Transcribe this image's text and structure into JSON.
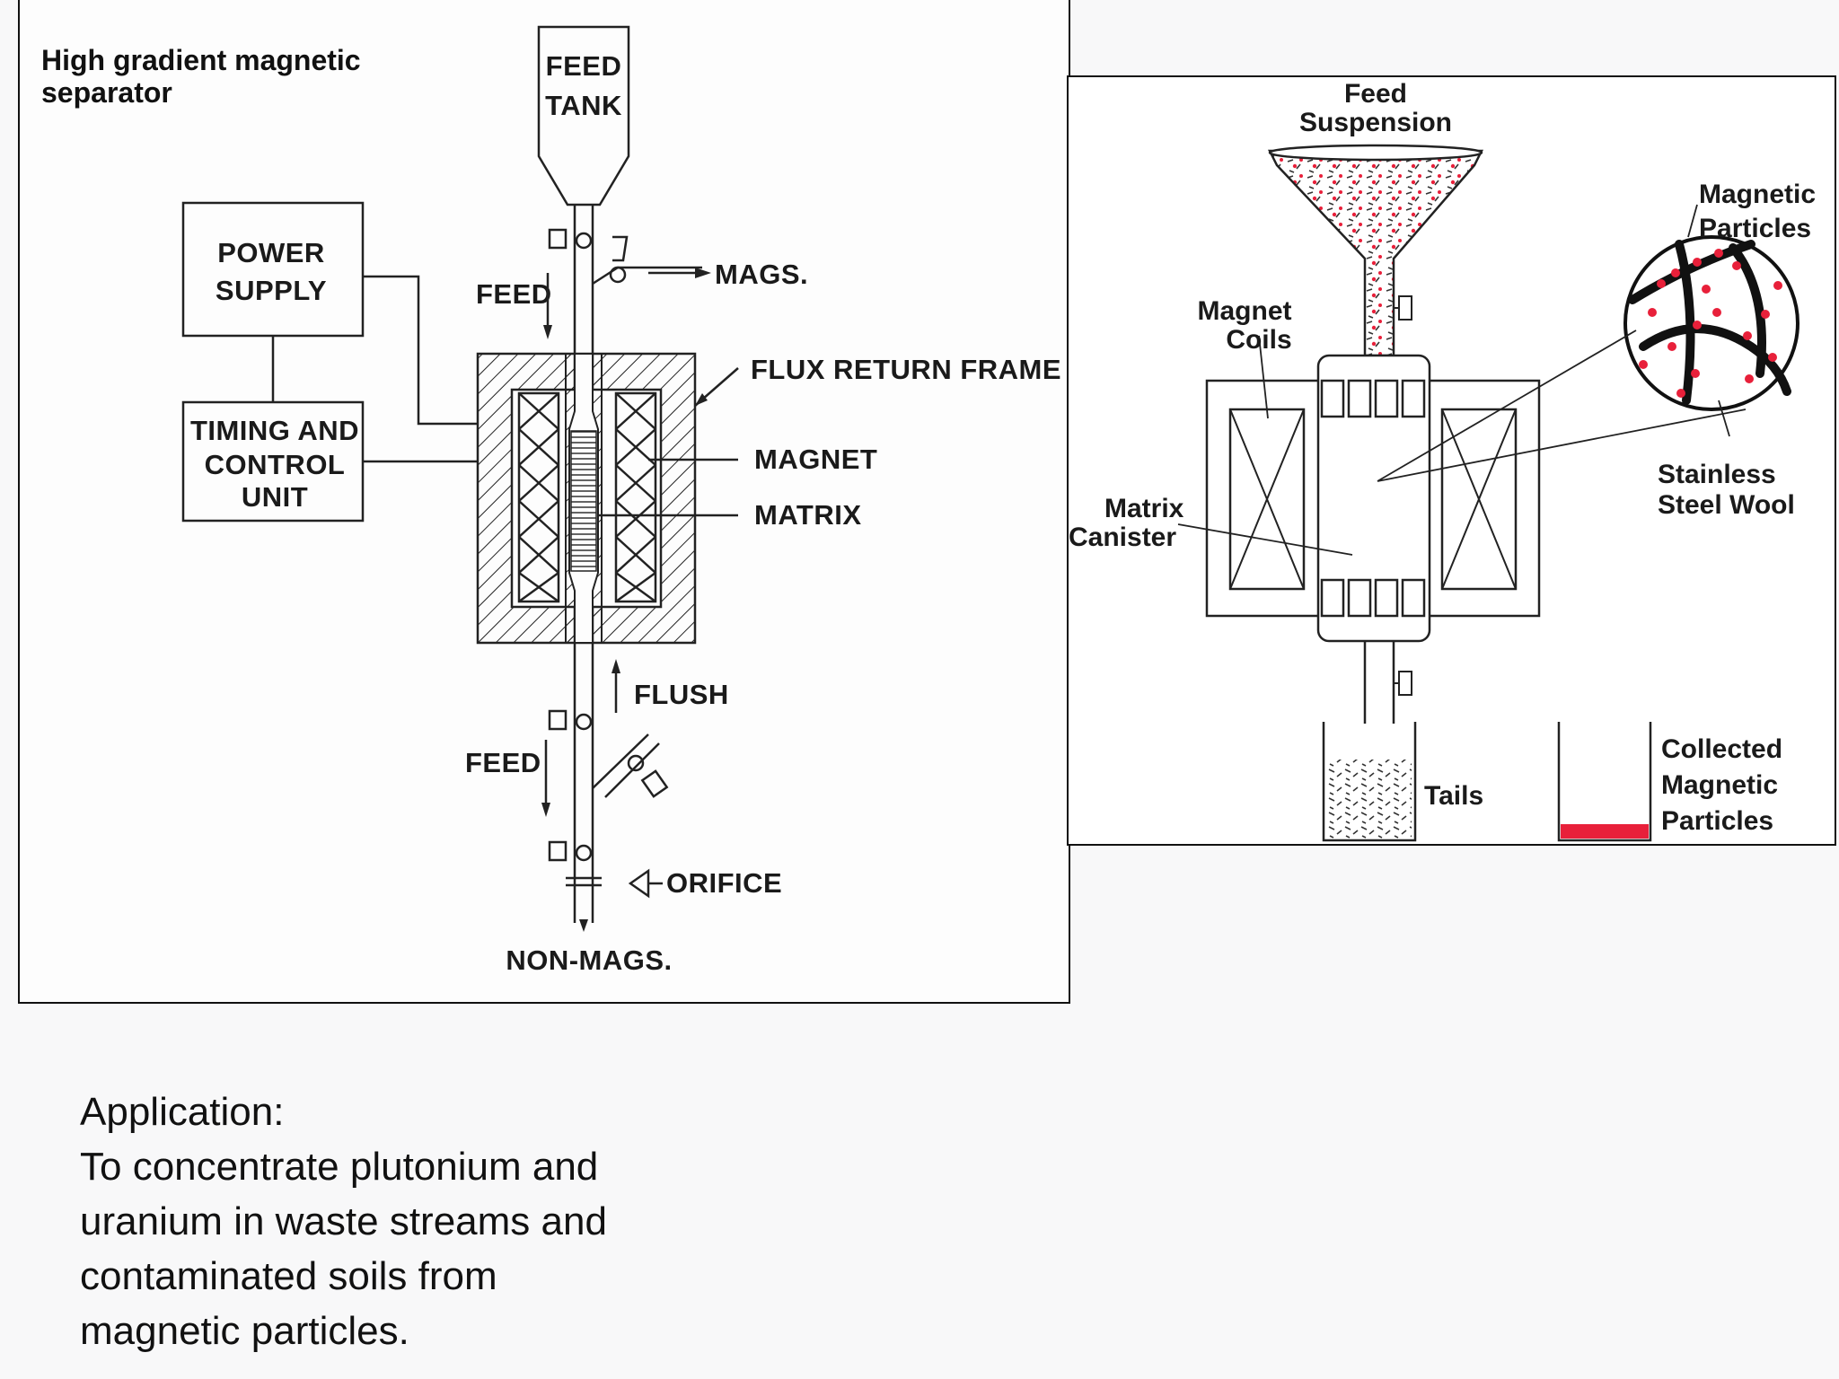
{
  "left_diagram": {
    "title_line1": "High gradient magnetic",
    "title_line2": "separator",
    "feed_tank_1": "FEED",
    "feed_tank_2": "TANK",
    "power_1": "POWER",
    "power_2": "SUPPLY",
    "timing_1": "TIMING AND",
    "timing_2": "CONTROL",
    "timing_3": "UNIT",
    "feed_top": "FEED",
    "mags": "MAGS.",
    "flux": "FLUX RETURN FRAME",
    "magnet": "MAGNET",
    "matrix": "MATRIX",
    "flush": "FLUSH",
    "feed_bottom": "FEED",
    "orifice": "ORIFICE",
    "nonmags": "NON-MAGS."
  },
  "right_diagram": {
    "feed_1": "Feed",
    "feed_2": "Suspension",
    "magp_1": "Magnetic",
    "magp_2": "Particles",
    "coils_1": "Magnet",
    "coils_2": "Coils",
    "ssw_1": "Stainless",
    "ssw_2": "Steel Wool",
    "canister_1": "Matrix",
    "canister_2": "Canister",
    "tails": "Tails",
    "coll_1": "Collected",
    "coll_2": "Magnetic",
    "coll_3": "Particles",
    "accent": "#e8203a"
  },
  "application": {
    "heading": "Application:",
    "line1": "To concentrate plutonium and",
    "line2": "uranium in waste streams and",
    "line3": "contaminated soils from",
    "line4": "magnetic particles."
  }
}
